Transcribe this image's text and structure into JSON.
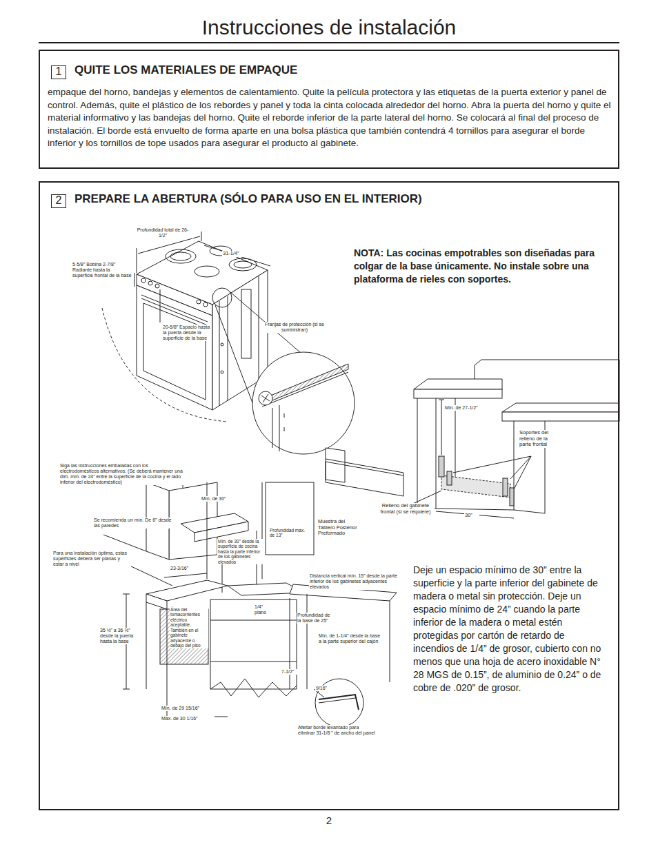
{
  "diagram": {
    "title": "Instrucciones de instalación",
    "nodes": [
      {
        "text": [
          "QUITE LOS MATERIALES DE EMPAQUE",
          "empaque del horno, bandejas y elementos de calentamiento. Quite la película protectora y las etiquetas de la puerta exterior y panel de control. Además, quite el plástico de los rebordes y panel y toda la cinta colocada alrededor del horno. Abra la puerta del horno y quite el material informativo y las bandejas del horno. Quite el reborde inferior de la parte lateral del horno. Se colocará al final del proceso de instalación. El borde está envuelto de forma aparte en una bolsa plástica que también contendrá 4 tornillos para asegurar el borde inferior y los tornillos de tope usados para asegurar el producto al gabinete."
        ]
      },
      {
        "text": [
          "1"
        ],
        "in": 0
      },
      {
        "text": [
          "PREPARE LA ABERTURA (SÓLO PARA USO EN EL INTERIOR)"
        ]
      },
      {
        "text": [
          "2"
        ],
        "in": 2
      }
    ],
    "labels": [
      "Profundidad total de 26-1/2”",
      "31-1/4”",
      "5-5/8” Bobina 2-7/8” Radiante hasta la superficie frontal de la base",
      "20-5/8” Espacio hasta la puerta desde la superficie de la base",
      "Franjas de protección (si se suministran)",
      "NOTA: Las cocinas empotrables son diseñadas para colgar de la base únicamente. No instale sobre una plataforma de rieles con soportes.",
      "Mín. de 27-1/2”",
      "Soportes del relleno de la parte frontal",
      "Relleno del gabinete frontal (si se requiere)",
      "30”",
      "Siga las instrucciones embaladas con los electrodomésticos alternativos. (Se deberá mantener una dim. mín. de 24” entre la superficie de la cocina y el lado inferior del electrodoméstico)",
      "Mín. de 30”",
      "Se recomienda un mín. De 6” desde las paredes",
      "Para una instalación óptima, estas superficies deberá ser planas y estar a nivel",
      "23-3/16”",
      "Mín. de 30” desde la superficie de cocina hasta la parte inferior de los gabinetes elevados",
      "Profundidad máx. de 13”",
      "Muestra del Tablero Posterior Preformado",
      "Distancia vertical mín. 15” desde la parte inferior de los gabinetes adyacentes elevados",
      "1/4” plano",
      "Profundidad de la base de 25”",
      "Área del tomacorrientes eléctrico aceptable. También en el gabinete adyacente o debajo del piso",
      "35 ½” a 36 ½” desde la puerta hasta la base",
      "Mín. de 1-1/4” desde la base a la parte superior del cajón",
      "7-1/2”",
      "9/16”",
      "Mín. de 29 15/16”",
      "Máx. de 30 1/16”",
      "Afeitar borde levantado para eliminar 31-1/8 ” de ancho del panel",
      "Deje un espacio mínimo de 30” entre la superficie y la parte inferior del gabinete de madera o metal sin protección. Deje un espacio mínimo de 24” cuando la parte inferior de la madera o metal estén protegidas por cartón de retardo de incendios de 1/4” de grosor, cubierto con no menos que una hoja de acero inoxidable N° 28 MGS de 0.15”, de aluminio de 0.24” o de cobre de .020” de grosor.",
      "2"
    ]
  }
}
